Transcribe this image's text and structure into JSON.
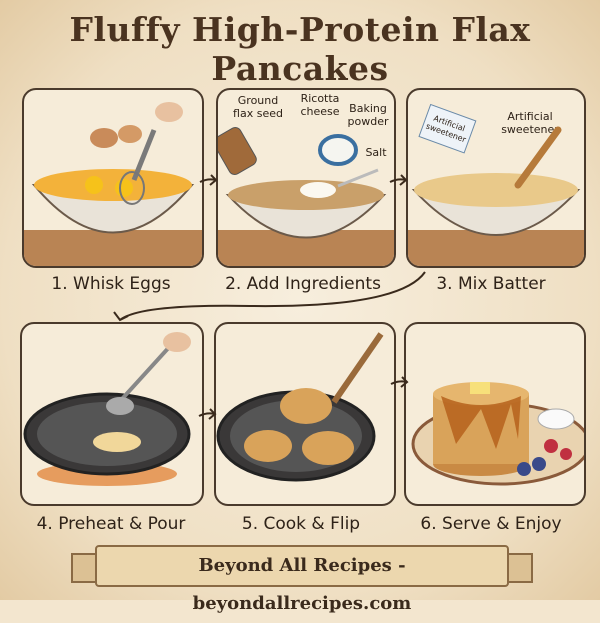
{
  "title": "Fluffy High-Protein Flax Pancakes",
  "steps": [
    {
      "label": "1. Whisk Eggs"
    },
    {
      "label": "2. Add Ingredients",
      "annotations": [
        "Ground",
        "flax seed",
        "Ricotta",
        "cheese",
        "Baking",
        "powder",
        "Salt"
      ]
    },
    {
      "label": "3. Mix Batter",
      "annotations": [
        "Artificial",
        "sweetener"
      ],
      "packet_text": [
        "Artificial",
        "sweetener"
      ]
    },
    {
      "label": "4. Preheat & Pour"
    },
    {
      "label": "5. Cook & Flip"
    },
    {
      "label": "6. Serve & Enjoy"
    }
  ],
  "footer": "Beyond All Recipes - beyondallrecipes.com",
  "colors": {
    "background": "#f3e6cf",
    "outline": "#4a3a2c",
    "batter": "#e9c98a",
    "pancake": "#d9a35a",
    "syrup": "#b5621c"
  }
}
